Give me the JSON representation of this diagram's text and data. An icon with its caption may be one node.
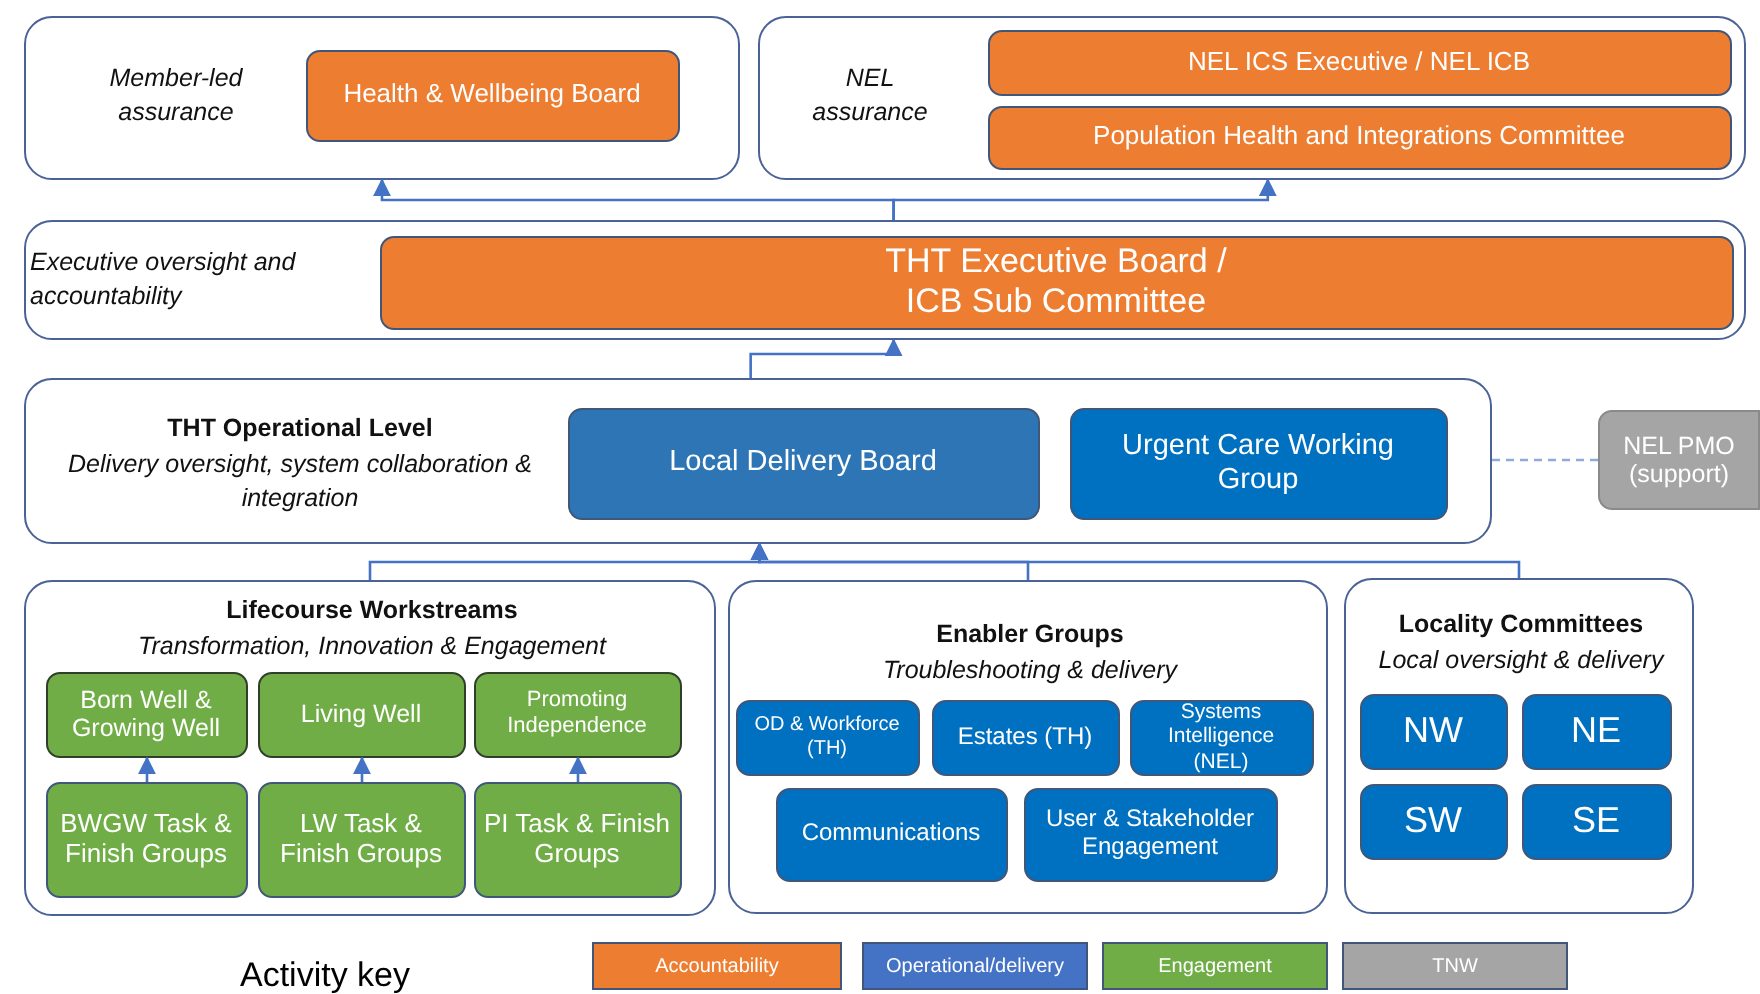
{
  "diagram": {
    "nodes": [
      {
        "text": [
          "Member-led assurance"
        ]
      },
      {
        "text": [
          "Health & Wellbeing Board"
        ],
        "in": 0
      },
      {
        "text": [
          "NEL assurance"
        ]
      },
      {
        "text": [
          "NEL ICS Executive / NEL ICB"
        ],
        "in": 2
      },
      {
        "text": [
          "Population Health and Integrations Committee"
        ],
        "in": 2
      },
      {
        "text": [
          "Executive oversight and accountability"
        ]
      },
      {
        "text": [
          "THT Executive Board / ICB Sub Committee"
        ],
        "in": 5
      },
      {
        "text": [
          "THT Operational Level",
          "Delivery oversight, system collaboration & integration"
        ]
      },
      {
        "text": [
          "Local Delivery Board"
        ],
        "in": 7
      },
      {
        "text": [
          "Urgent Care Working Group"
        ],
        "in": 7
      },
      {
        "text": [
          "NEL PMO (support)"
        ]
      },
      {
        "text": [
          "Lifecourse Workstreams",
          "Transformation, Innovation & Engagement"
        ]
      },
      {
        "text": [
          "Born Well & Growing Well"
        ],
        "in": 11
      },
      {
        "text": [
          "Living Well"
        ],
        "in": 11
      },
      {
        "text": [
          "Promoting Independence"
        ],
        "in": 11
      },
      {
        "text": [
          "BWGW Task & Finish Groups"
        ],
        "in": 11
      },
      {
        "text": [
          "LW Task & Finish Groups"
        ],
        "in": 11
      },
      {
        "text": [
          "PI Task & Finish Groups"
        ],
        "in": 11
      },
      {
        "text": [
          "Enabler Groups",
          "Troubleshooting & delivery"
        ]
      },
      {
        "text": [
          "OD & Workforce (TH)"
        ],
        "in": 18
      },
      {
        "text": [
          "Estates (TH)"
        ],
        "in": 18
      },
      {
        "text": [
          "Systems Intelligence (NEL)"
        ],
        "in": 18
      },
      {
        "text": [
          "Communications"
        ],
        "in": 18
      },
      {
        "text": [
          "User & Stakeholder Engagement"
        ],
        "in": 18
      },
      {
        "text": [
          "Locality Committees",
          "Local oversight & delivery"
        ]
      },
      {
        "text": [
          "NW"
        ],
        "in": 24
      },
      {
        "text": [
          "NE"
        ],
        "in": 24
      },
      {
        "text": [
          "SW"
        ],
        "in": 24
      },
      {
        "text": [
          "SE"
        ],
        "in": 24
      }
    ],
    "edges": [
      {
        "from": 5,
        "to": 0,
        "arrow": "to"
      },
      {
        "from": 5,
        "to": 2,
        "arrow": "to"
      },
      {
        "from": 7,
        "to": 5,
        "arrow": "to"
      },
      {
        "from": 11,
        "to": 7,
        "arrow": "to"
      },
      {
        "from": 18,
        "to": 7,
        "arrow": "to"
      },
      {
        "from": 24,
        "to": 7,
        "arrow": "to"
      },
      {
        "from": 15,
        "to": 12,
        "arrow": "to"
      },
      {
        "from": 16,
        "to": 13,
        "arrow": "to"
      },
      {
        "from": 17,
        "to": 14,
        "arrow": "to"
      },
      {
        "from": 7,
        "to": 10,
        "arrow": "none",
        "style": "dashed",
        "color": "#8faadc"
      }
    ],
    "labels": [
      "Activity key"
    ],
    "legend": [
      {
        "text": "Accountability",
        "color": "#ed7d31"
      },
      {
        "text": "Operational/delivery",
        "color": "#4472c4"
      },
      {
        "text": "Engagement",
        "color": "#70ad47"
      },
      {
        "text": "TNW",
        "color": "#a5a5a5"
      }
    ]
  }
}
